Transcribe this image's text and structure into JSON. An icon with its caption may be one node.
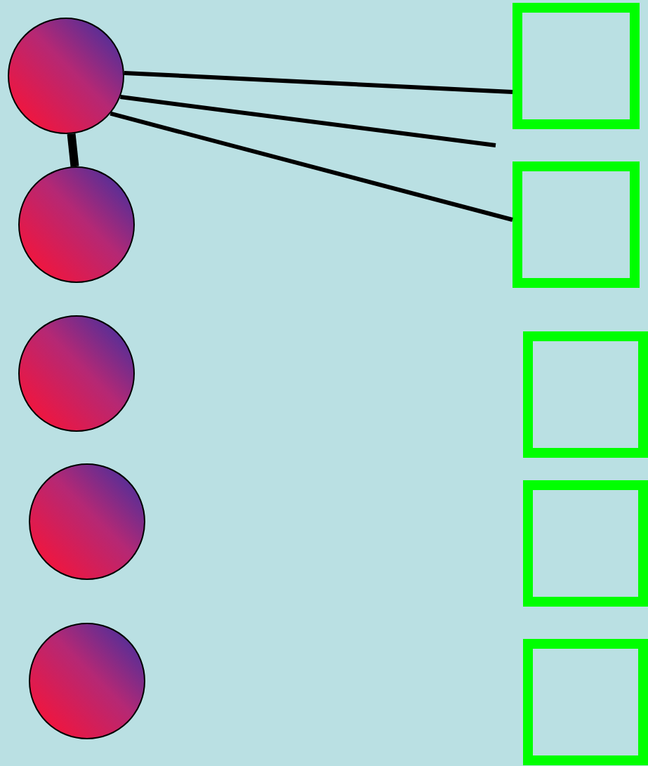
{
  "diagram": {
    "nodes": [
      {
        "text": [],
        "shape": "circle"
      },
      {
        "text": [],
        "shape": "circle"
      },
      {
        "text": [],
        "shape": "circle"
      },
      {
        "text": [],
        "shape": "circle"
      },
      {
        "text": [],
        "shape": "circle"
      },
      {
        "text": [],
        "shape": "box"
      },
      {
        "text": [],
        "shape": "box"
      },
      {
        "text": [],
        "shape": "box"
      },
      {
        "text": [],
        "shape": "box"
      },
      {
        "text": [],
        "shape": "box"
      }
    ],
    "edges": [
      {
        "from": 0,
        "to": 5,
        "arrow": "none"
      },
      {
        "from": 0,
        "to": null,
        "arrow": "none"
      },
      {
        "from": 0,
        "to": 6,
        "arrow": "none"
      },
      {
        "from": 0,
        "to": 1,
        "arrow": "none",
        "style": "thick"
      }
    ]
  }
}
